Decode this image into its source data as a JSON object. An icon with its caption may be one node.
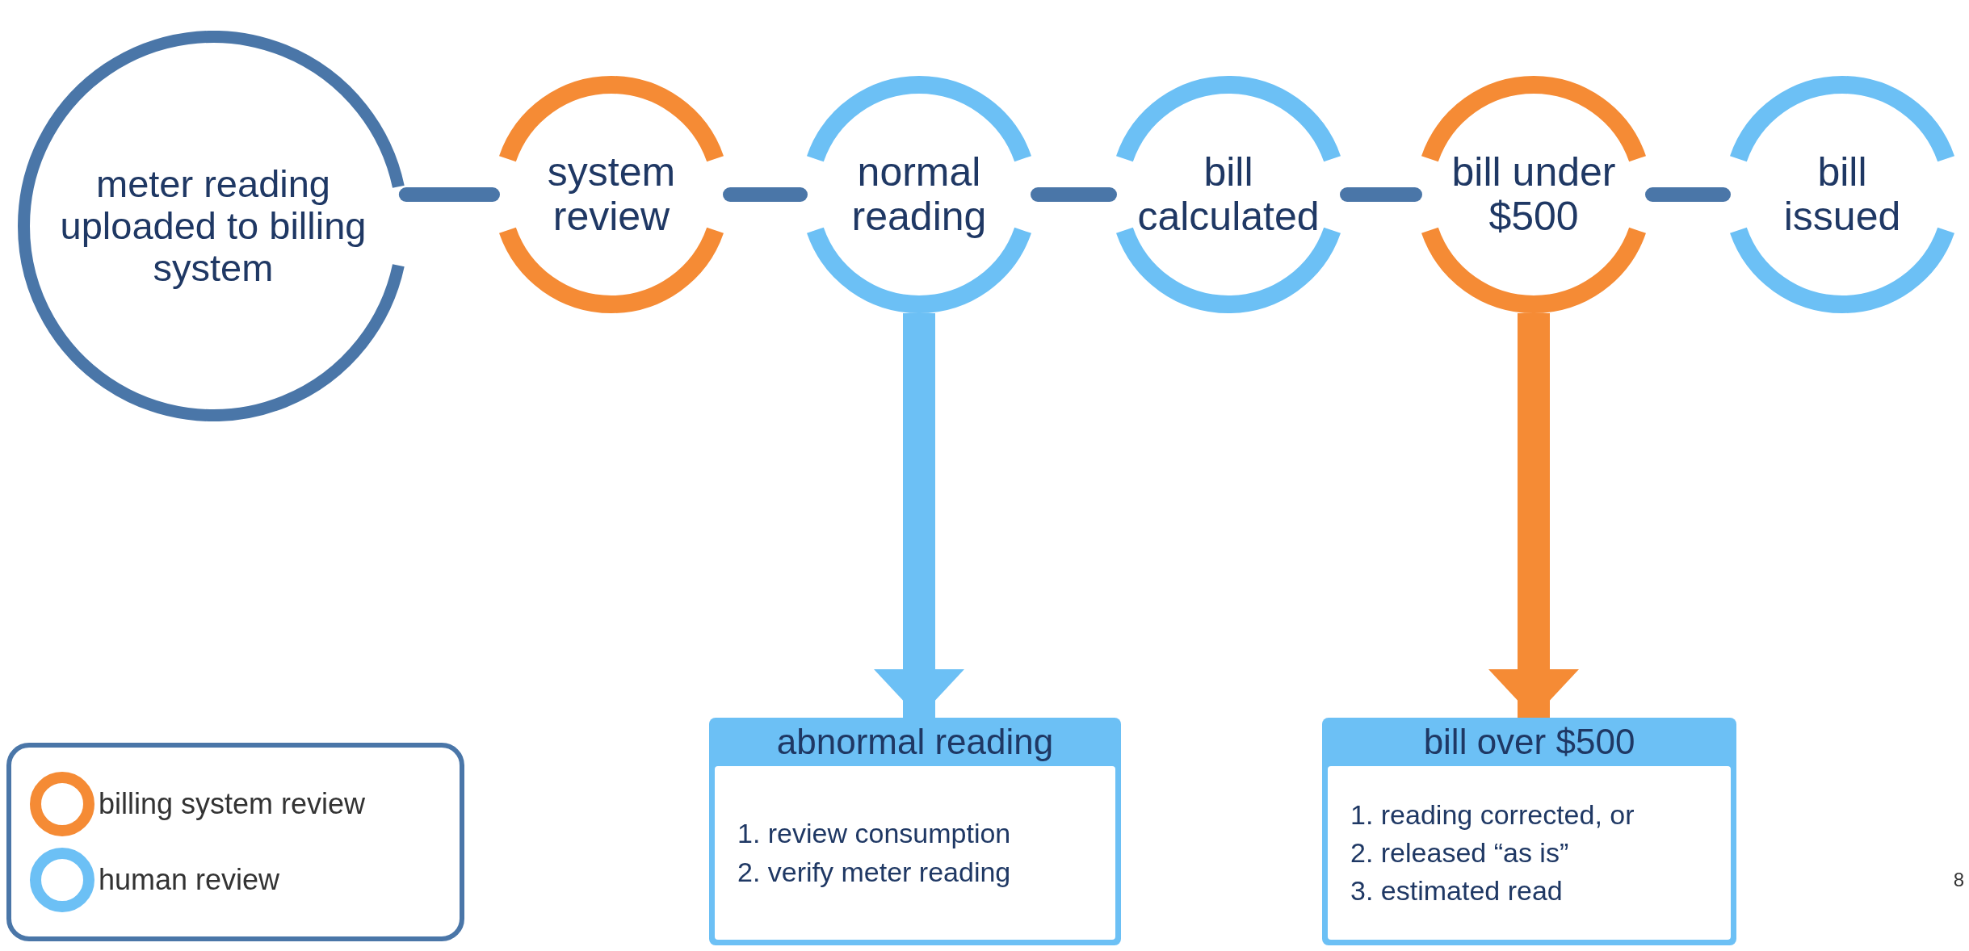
{
  "diagram": {
    "nodes": [
      {
        "text": [
          "meter reading uploaded to billing system"
        ]
      },
      {
        "text": [
          "system review"
        ]
      },
      {
        "text": [
          "normal reading"
        ]
      },
      {
        "text": [
          "bill calculated"
        ]
      },
      {
        "text": [
          "bill under $500"
        ]
      },
      {
        "text": [
          "bill issued"
        ]
      },
      {
        "text": [
          "abnormal reading",
          "1. review consumption",
          "2. verify meter reading"
        ]
      },
      {
        "text": [
          "bill over $500",
          "1. reading corrected, or",
          "2. released “as is”",
          "3. estimated read"
        ]
      }
    ],
    "edges": [
      {
        "from": 0,
        "to": 1,
        "arrow": "none"
      },
      {
        "from": 1,
        "to": 2,
        "arrow": "none"
      },
      {
        "from": 2,
        "to": 3,
        "arrow": "none"
      },
      {
        "from": 3,
        "to": 4,
        "arrow": "none"
      },
      {
        "from": 4,
        "to": 5,
        "arrow": "none"
      },
      {
        "from": 2,
        "to": 6,
        "arrow": "to",
        "style": "thick",
        "color": "#6cc0f5"
      },
      {
        "from": 4,
        "to": 7,
        "arrow": "to",
        "style": "thick",
        "color": "#f58b35"
      }
    ],
    "labels": [
      "8"
    ],
    "legend": [
      {
        "text": "billing system review",
        "color": "#f58b35"
      },
      {
        "text": "human review",
        "color": "#6cc0f5"
      }
    ]
  }
}
